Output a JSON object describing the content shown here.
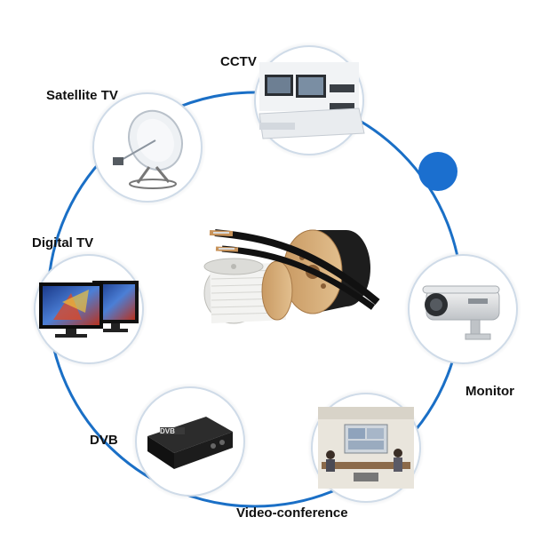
{
  "nodes": {
    "cctv": {
      "label": "CCTV"
    },
    "satellite_tv": {
      "label": "Satellite TV"
    },
    "digital_tv": {
      "label": "Digital TV"
    },
    "monitor": {
      "label": "Monitor"
    },
    "dvb": {
      "label": "DVB"
    },
    "video_conference": {
      "label": "Video-conference"
    }
  },
  "center": {
    "image": "coaxial-cable-reels"
  },
  "dvb_device_text": "DVB",
  "colors": {
    "ring": "#1a6fc6",
    "dot": "#1b6fcf",
    "badge_border": "#cfdbe8"
  }
}
